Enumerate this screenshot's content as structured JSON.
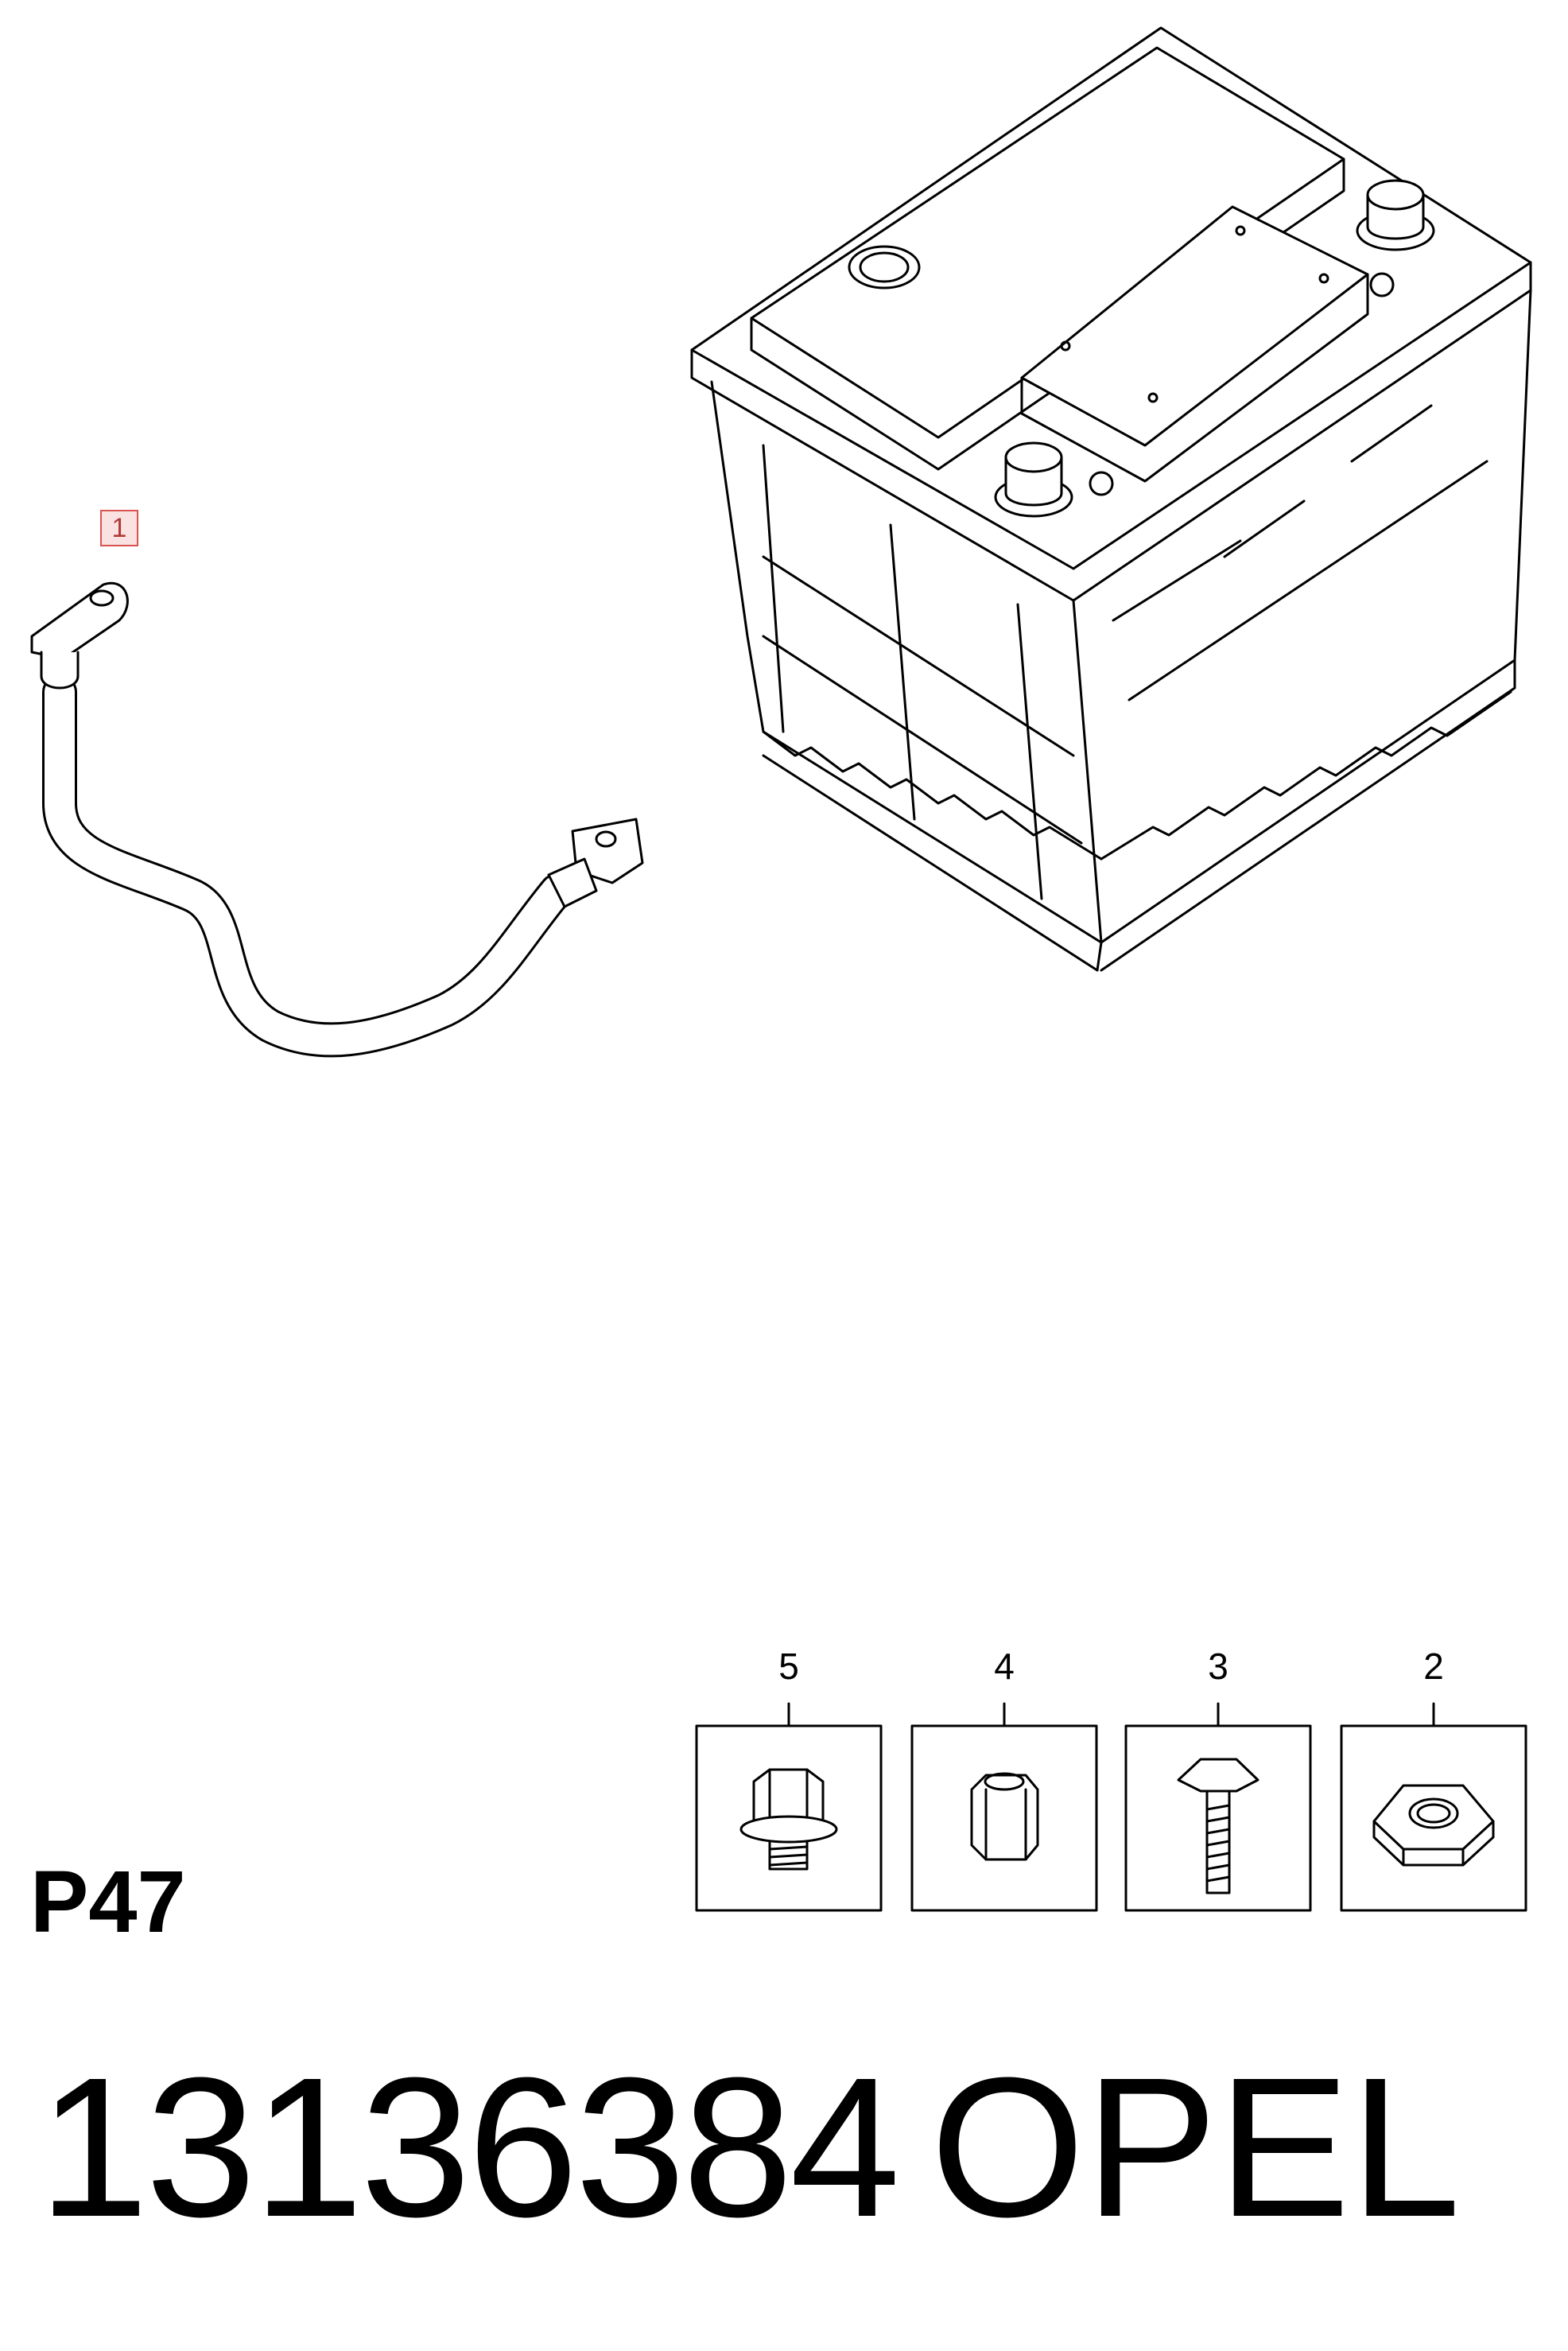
{
  "callouts": {
    "cable": "1",
    "nut": "2",
    "bolt": "3",
    "sleeve_nut": "4",
    "flange_bolt": "5"
  },
  "page_code": "P47",
  "part_number": "13136384",
  "brand": "OPEL"
}
